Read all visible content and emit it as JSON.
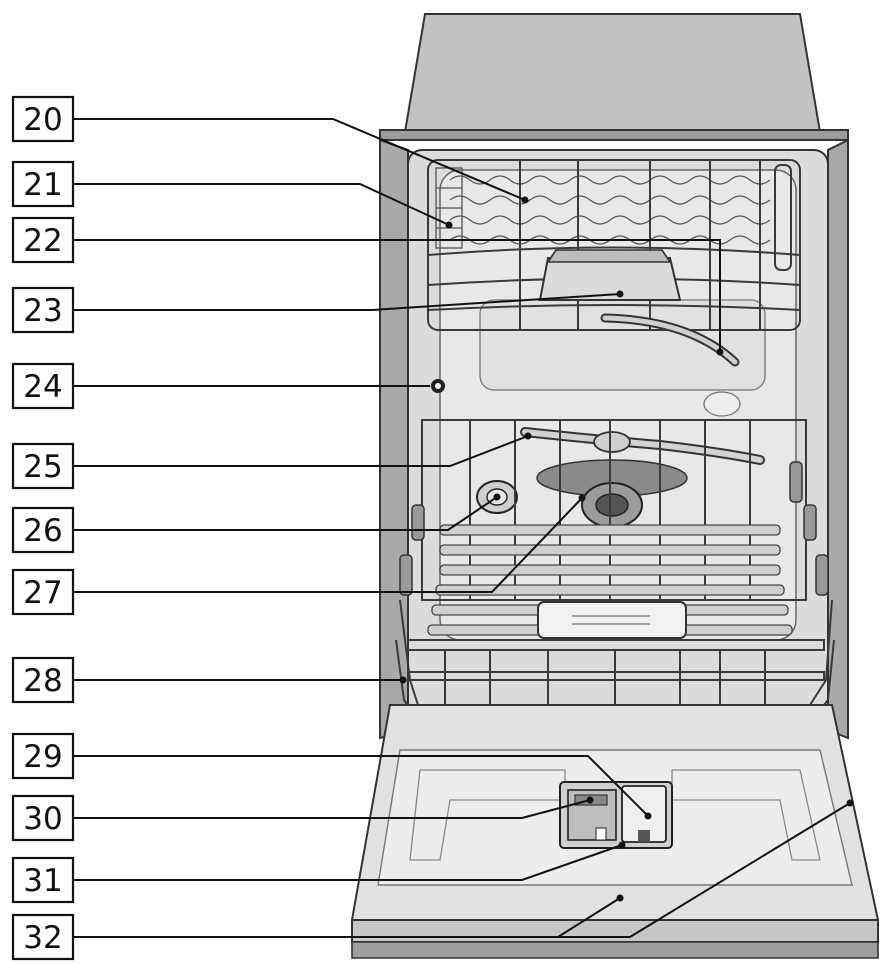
{
  "callouts": [
    {
      "id": "20",
      "label": "20"
    },
    {
      "id": "21",
      "label": "21"
    },
    {
      "id": "22",
      "label": "22"
    },
    {
      "id": "23",
      "label": "23"
    },
    {
      "id": "24",
      "label": "24"
    },
    {
      "id": "25",
      "label": "25"
    },
    {
      "id": "26",
      "label": "26"
    },
    {
      "id": "27",
      "label": "27"
    },
    {
      "id": "28",
      "label": "28"
    },
    {
      "id": "29",
      "label": "29"
    },
    {
      "id": "30",
      "label": "30"
    },
    {
      "id": "31",
      "label": "31"
    },
    {
      "id": "32",
      "label": "32"
    }
  ],
  "colors": {
    "tub": "#d4d4d4",
    "tub_inner": "#e6e6e6",
    "door": "#d6d6d6",
    "top_panel": "#bdbdbd",
    "rack_wire": "#3a3a3a",
    "line": "#111111"
  }
}
